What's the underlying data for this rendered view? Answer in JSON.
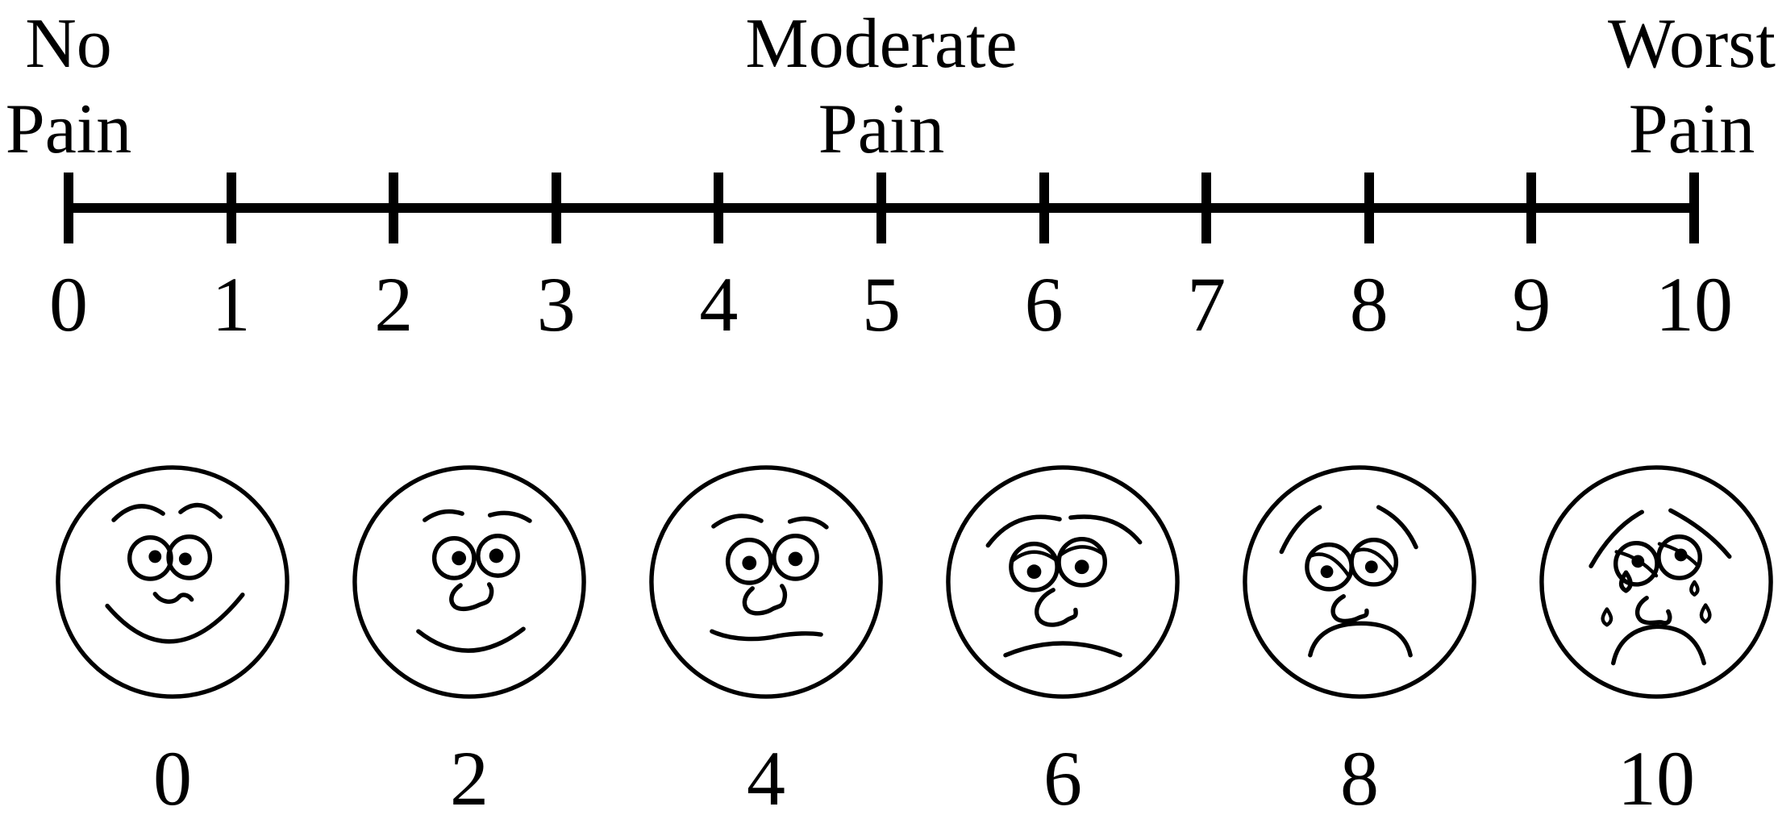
{
  "anchors": {
    "left": {
      "line1": "No",
      "line2": "Pain"
    },
    "center": {
      "line1": "Moderate",
      "line2": "Pain"
    },
    "right": {
      "line1": "Worst",
      "line2": "Pain"
    }
  },
  "scale": {
    "tick_labels": [
      "0",
      "1",
      "2",
      "3",
      "4",
      "5",
      "6",
      "7",
      "8",
      "9",
      "10"
    ],
    "range": {
      "min": 0,
      "max": 10
    }
  },
  "faces": {
    "items": [
      {
        "label": "0",
        "expression": "smiling"
      },
      {
        "label": "2",
        "expression": "slight-smile"
      },
      {
        "label": "4",
        "expression": "neutral"
      },
      {
        "label": "6",
        "expression": "worried"
      },
      {
        "label": "8",
        "expression": "sad"
      },
      {
        "label": "10",
        "expression": "crying"
      }
    ]
  },
  "colors": {
    "ink": "#000000",
    "background": "#ffffff"
  }
}
